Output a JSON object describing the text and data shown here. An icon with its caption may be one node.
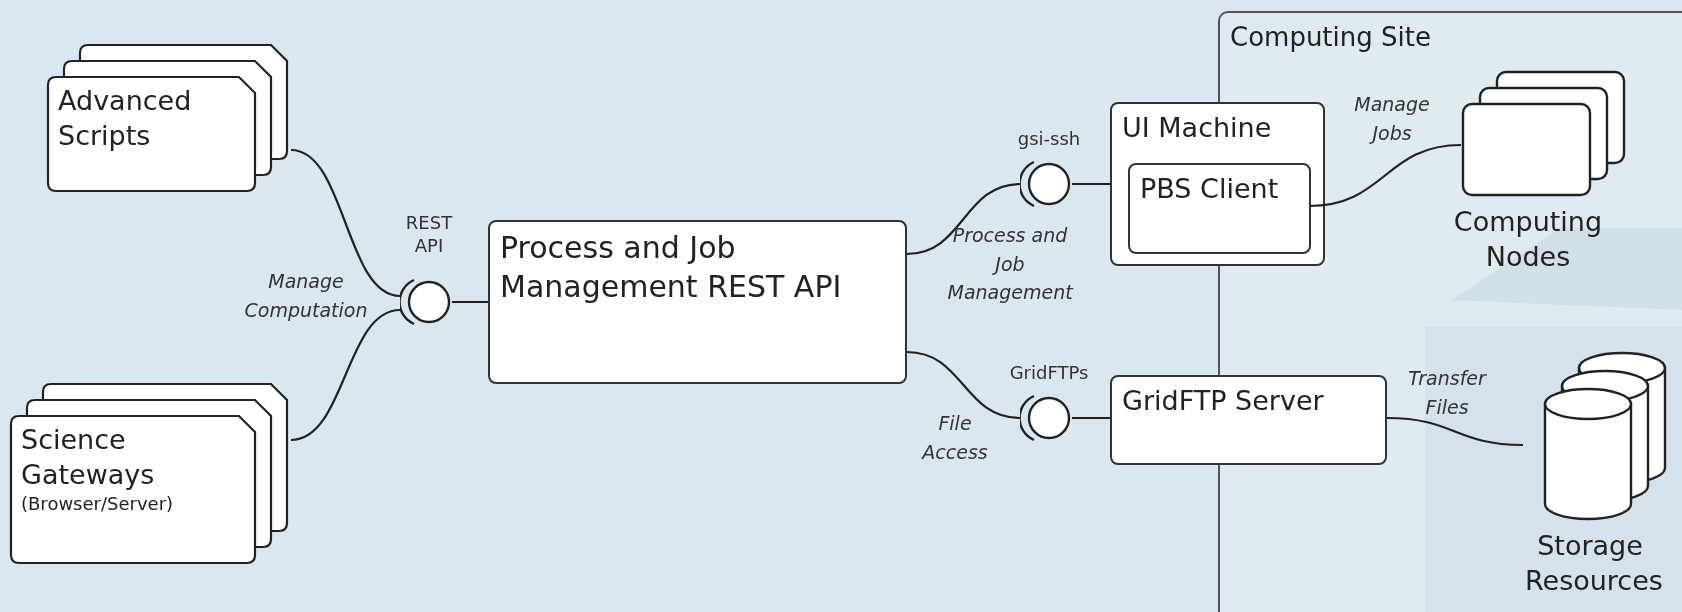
{
  "diagram": {
    "nodes": [
      {
        "text": [
          "Advanced Scripts"
        ]
      },
      {
        "text": [
          "Science Gateways",
          "(Browser/Server)"
        ]
      },
      {
        "text": [],
        "shape": "circle",
        "beside": [
          "REST API"
        ]
      },
      {
        "text": [
          "Process and Job Management REST API"
        ]
      },
      {
        "text": [],
        "shape": "circle",
        "beside": [
          "gsi-ssh"
        ]
      },
      {
        "text": [],
        "shape": "circle",
        "beside": [
          "GridFTPs"
        ]
      },
      {
        "text": [
          "Computing Site"
        ]
      },
      {
        "text": [
          "UI Machine"
        ]
      },
      {
        "text": [
          "PBS Client"
        ],
        "in": 7
      },
      {
        "text": [
          "GridFTP Server"
        ]
      },
      {
        "text": [
          "Computing Nodes"
        ],
        "in": 6
      },
      {
        "text": [
          "Storage Resources"
        ],
        "in": 6
      }
    ],
    "edges": [
      {
        "from": 0,
        "to": 2,
        "arrow": "none",
        "label": "Manage Computation"
      },
      {
        "from": 1,
        "to": 2,
        "arrow": "none"
      },
      {
        "from": 2,
        "to": 3,
        "arrow": "none"
      },
      {
        "from": 3,
        "to": 4,
        "arrow": "none",
        "label": "Process and Job Management"
      },
      {
        "from": 4,
        "to": 7,
        "arrow": "none"
      },
      {
        "from": 3,
        "to": 5,
        "arrow": "none",
        "label": "File Access"
      },
      {
        "from": 5,
        "to": 9,
        "arrow": "none"
      },
      {
        "from": 8,
        "to": 10,
        "arrow": "none",
        "label": "Manage Jobs"
      },
      {
        "from": 9,
        "to": 11,
        "arrow": "none",
        "label": "Transfer Files"
      }
    ]
  }
}
